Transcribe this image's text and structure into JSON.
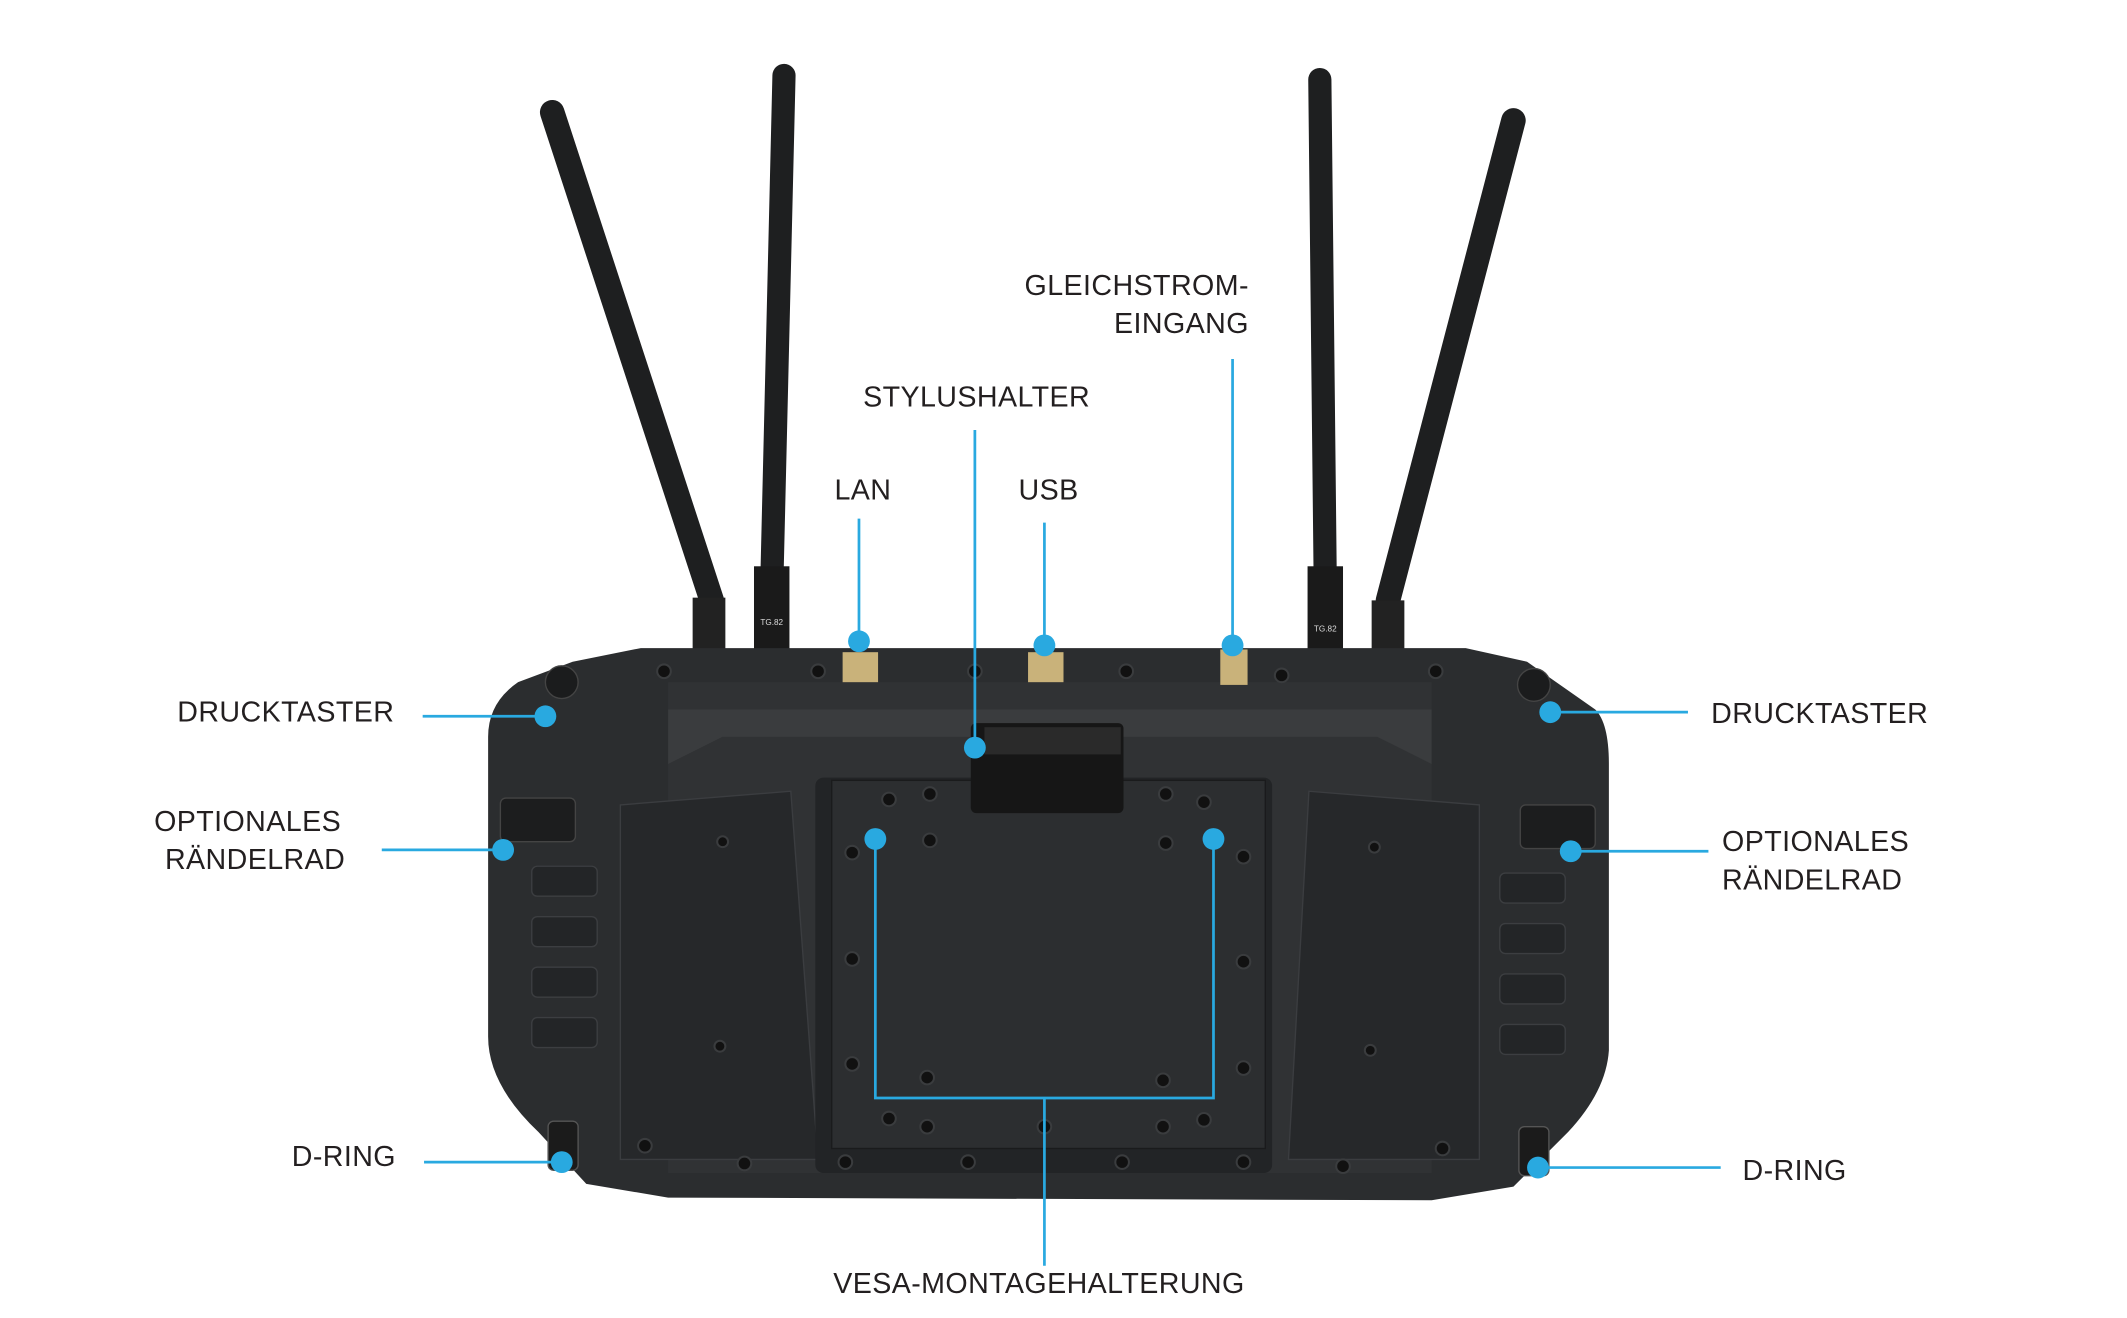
{
  "colors": {
    "callout": "#29a9e0",
    "device": "#2b2d2f",
    "text": "#231f20"
  },
  "labels": {
    "push_button_left": "DRUCKTASTER",
    "push_button_right": "DRUCKTASTER",
    "thumbwheel_left": [
      "OPTIONALES",
      "RÄNDELRAD"
    ],
    "thumbwheel_right": [
      "OPTIONALES",
      "RÄNDELRAD"
    ],
    "d_ring_left": "D-RING",
    "d_ring_right": "D-RING",
    "lan": "LAN",
    "usb": "USB",
    "stylus_holder": "STYLUSHALTER",
    "dc_input": [
      "GLEICHSTROM-",
      "EINGANG"
    ],
    "vesa_mount": "VESA-MONTAGEHALTERUNG"
  },
  "antenna_markings": [
    "TG.82",
    "TG.82"
  ]
}
